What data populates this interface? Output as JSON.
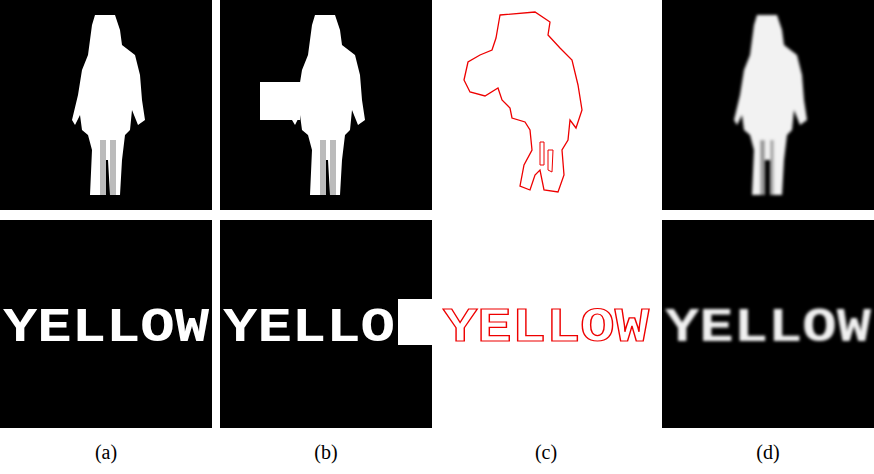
{
  "diagram": {
    "labels": [
      "YELLOW",
      "YELLO",
      "YELLOW",
      "YELLOW",
      "(a)",
      "(b)",
      "(c)",
      "(d)"
    ]
  }
}
